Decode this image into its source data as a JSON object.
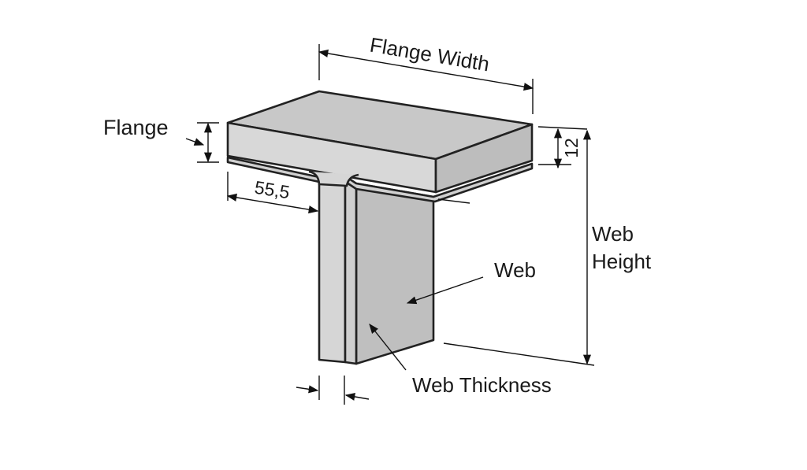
{
  "labels": {
    "flange_width": "Flange Width",
    "flange": "Flange",
    "dimension_55": "55,5",
    "dimension_12": "12",
    "web_height_line1": "Web",
    "web_height_line2": "Height",
    "web": "Web",
    "web_thickness": "Web Thickness"
  },
  "colors": {
    "top_face": "#c8c8c8",
    "front_face": "#d8d8d8",
    "side_face": "#bdbdbd",
    "web_front": "#d6d6d6",
    "web_side": "#bfbfbf",
    "outline": "#222222"
  }
}
